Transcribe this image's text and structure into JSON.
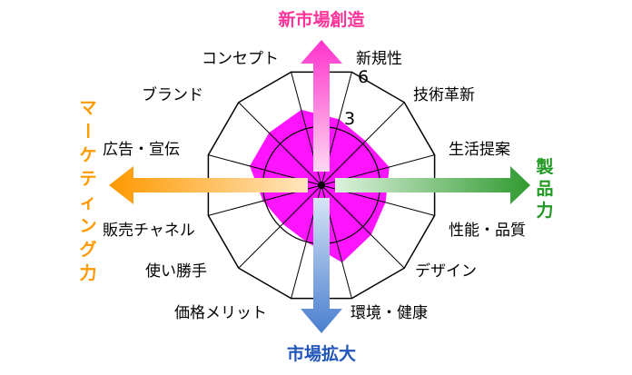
{
  "chart_data": {
    "type": "radar",
    "axes": [
      "新規性",
      "技術革新",
      "生活提案",
      "性能・品質",
      "デザイン",
      "環境・健康",
      "価格メリット",
      "使い勝手",
      "販売チャネル",
      "広告・宣伝",
      "ブランド",
      "コンセプト"
    ],
    "series": [
      {
        "values": [
          3.5,
          3.2,
          3.6,
          3.4,
          3.6,
          4.1,
          3.0,
          2.8,
          3.1,
          3.8,
          3.8,
          4.0
        ]
      }
    ],
    "scale_labels": [
      "3",
      "6"
    ],
    "rmax": 6,
    "grid": [
      "circle at 3",
      "12-gon at 6"
    ],
    "direction_arrows": [
      {
        "label": "新市場創造",
        "direction": "up",
        "color": "#ff66cc"
      },
      {
        "label": "製品力",
        "direction": "right",
        "color": "#33aa33"
      },
      {
        "label": "市場拡大",
        "direction": "down",
        "color": "#4477cc"
      },
      {
        "label": "マーケティング力",
        "direction": "left",
        "color": "#ff9900"
      }
    ],
    "colors": {
      "fill": "#ff00ff",
      "grid": "#000000",
      "up": "#ff66cc",
      "right": "#33aa33",
      "down": "#4477cc",
      "left": "#ff9900"
    }
  }
}
